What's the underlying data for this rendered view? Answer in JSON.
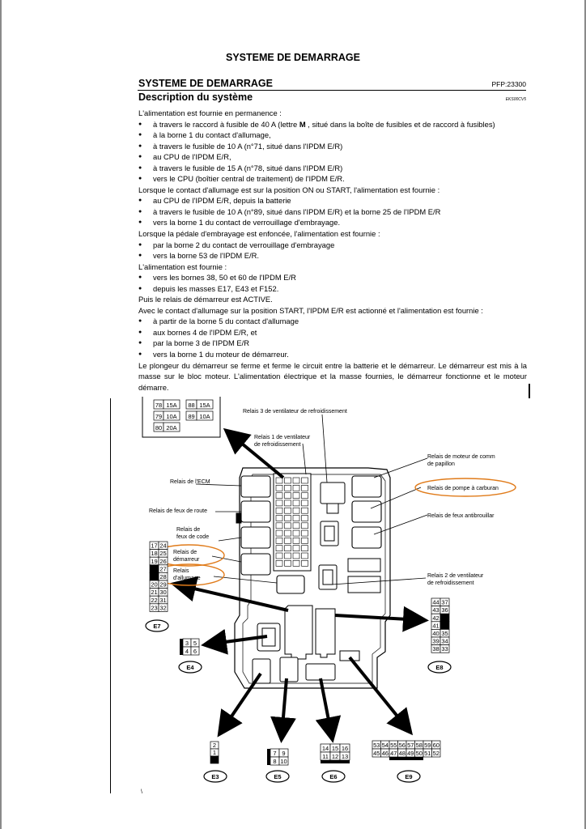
{
  "header": {
    "title": "SYSTEME DE DEMARRAGE"
  },
  "section": {
    "title": "SYSTEME DE DEMARRAGE",
    "ref": "PFP:23300",
    "subtitle": "Description du système",
    "code": "EKS00CV5"
  },
  "body": [
    {
      "type": "p",
      "text": "L'alimentation est fournie en permanence :"
    },
    {
      "type": "b",
      "text": "à travers le raccord à fusible de 40 A (lettre M , situé dans la boîte de fusibles et de raccord à fusibles)"
    },
    {
      "type": "b",
      "text": "à la borne 1 du contact d'allumage,"
    },
    {
      "type": "b",
      "text": "à travers le fusible de 10 A (n°71, situé dans l'IPDM E/R)"
    },
    {
      "type": "b",
      "text": "au CPU de l'IPDM E/R,"
    },
    {
      "type": "b",
      "text": "à travers le fusible de 15 A (n°78, situé dans l'IPDM E/R)"
    },
    {
      "type": "b",
      "text": "vers le CPU (boîtier central de traitement) de l'IPDM E/R."
    },
    {
      "type": "p",
      "text": "Lorsque le contact d'allumage est sur la position ON ou START, l'alimentation est fournie :"
    },
    {
      "type": "b",
      "text": "au CPU de l'IPDM E/R, depuis la batterie"
    },
    {
      "type": "b",
      "text": "à travers le fusible de 10 A (n°89, situé dans l'IPDM E/R) et la borne 25 de l'IPDM E/R"
    },
    {
      "type": "b",
      "text": "vers la borne 1 du contact de verrouillage d'embrayage."
    },
    {
      "type": "p",
      "text": "Lorsque la pédale d'embrayage est enfoncée, l'alimentation est fournie :"
    },
    {
      "type": "b",
      "text": "par la borne 2 du contact de verrouillage d'embrayage"
    },
    {
      "type": "b",
      "text": "vers la borne 53 de l'IPDM E/R."
    },
    {
      "type": "p",
      "text": "L'alimentation est fournie :"
    },
    {
      "type": "b",
      "text": "vers les bornes 38, 50 et 60 de l'IPDM E/R"
    },
    {
      "type": "b",
      "text": "depuis les masses E17, E43 et F152."
    },
    {
      "type": "p",
      "text": "Puis le relais de démarreur est ACTIVE."
    },
    {
      "type": "p",
      "text": "Avec le contact d'allumage sur la position START, l'IPDM E/R est actionné et l'alimentation est fournie :"
    },
    {
      "type": "b",
      "text": "à partir de la borne 5 du contact d'allumage"
    },
    {
      "type": "b",
      "text": "aux bornes 4 de l'IPDM E/R, et"
    },
    {
      "type": "b",
      "text": "par la borne 3 de l'IPDM E/R"
    },
    {
      "type": "b",
      "text": "vers la borne 1 du moteur de démarreur."
    },
    {
      "type": "j",
      "text": "Le plongeur du démarreur se ferme et ferme le circuit entre la batterie et le démarreur. Le démarreur est mis à la masse sur le bloc moteur. L'alimentation électrique et la masse fournies, le démarreur fonctionne et le moteur démarre."
    }
  ],
  "diagram": {
    "fuse_table": [
      [
        "78",
        "15A",
        "88",
        "15A"
      ],
      [
        "79",
        "10A",
        "89",
        "10A"
      ],
      [
        "80",
        "20A",
        "",
        ""
      ]
    ],
    "labels": {
      "relais3_l1": "Relais 3 de ventilateur de refroidissement",
      "relais1_l1": "Relais 1 de ventilateur",
      "relais1_l2": "de refroidissement",
      "ecm": "Relais de l'ECM",
      "route": "Relais de feux de route",
      "code_l1": "Relais de",
      "code_l2": "feux de code",
      "dem_l1": "Relais de",
      "dem_l2": "démarreur",
      "allu_l1": "Relais",
      "allu_l2": "d'allumage",
      "moteur_l1": "Relais de moteur de comm",
      "moteur_l2": "de papillon",
      "pompe": "Relais de pompe à carburan",
      "antib": "Relais de feux antibrouillar",
      "relais2_l1": "Relais 2 de ventilateur",
      "relais2_l2": "de refroidissement"
    },
    "e7_rows": [
      [
        "17",
        "24"
      ],
      [
        "18",
        "25"
      ],
      [
        "19",
        "26"
      ],
      [
        "",
        "27"
      ],
      [
        "",
        "28"
      ],
      [
        "20",
        "29"
      ],
      [
        "21",
        "30"
      ],
      [
        "22",
        "31"
      ],
      [
        "23",
        "32"
      ]
    ],
    "e8_rows": [
      [
        "44",
        "37"
      ],
      [
        "43",
        "36"
      ],
      [
        "42",
        ""
      ],
      [
        "41",
        ""
      ],
      [
        "40",
        "35"
      ],
      [
        "39",
        "34"
      ],
      [
        "38",
        "33"
      ]
    ],
    "e4_rows": [
      [
        "3",
        "5"
      ],
      [
        "4",
        "6"
      ]
    ],
    "e3_rows": [
      "2",
      "1"
    ],
    "e5_rows": [
      [
        "7",
        "9"
      ],
      [
        "8",
        "10"
      ]
    ],
    "e6_rows": [
      [
        "14",
        "15",
        "16"
      ],
      [
        "11",
        "12",
        "13"
      ]
    ],
    "e9_rows": [
      [
        "53",
        "54",
        "55",
        "56",
        "57",
        "58",
        "59",
        "60"
      ],
      [
        "45",
        "46",
        "47",
        "48",
        "49",
        "50",
        "51",
        "52"
      ]
    ],
    "connectors": {
      "e7": "E7",
      "e4": "E4",
      "e8": "E8",
      "e3": "E3",
      "e5": "E5",
      "e6": "E6",
      "e9": "E9"
    },
    "colors": {
      "highlight": "#e07b1a",
      "ink": "#000000"
    }
  }
}
